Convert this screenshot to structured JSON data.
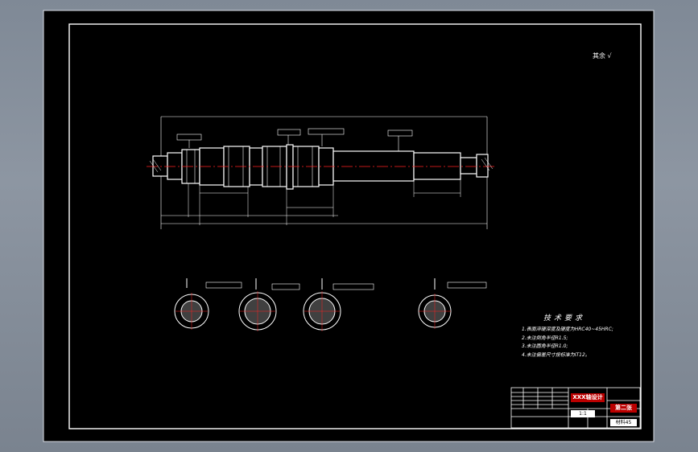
{
  "colors": {
    "paper": "#000000",
    "line": "#ffffff",
    "centerline": "#ff2020",
    "stamp_red": "#b00000"
  },
  "drawing": {
    "roughness_mark": "其余 √",
    "tech_requirements_title": "技术要求",
    "tech_requirements": [
      "1.表面淬硬深度及硬度为HRC40~45HRC;",
      "2.未注倒角半径R1.5;",
      "3.未注圆角半径R1.0;",
      "4.未注偏差尺寸按标准为IT12。"
    ],
    "title_block": {
      "name_stamp": "XXX轴设计",
      "sheet_stamp": "第二张",
      "scale": "1:1",
      "code": "材料45"
    }
  }
}
